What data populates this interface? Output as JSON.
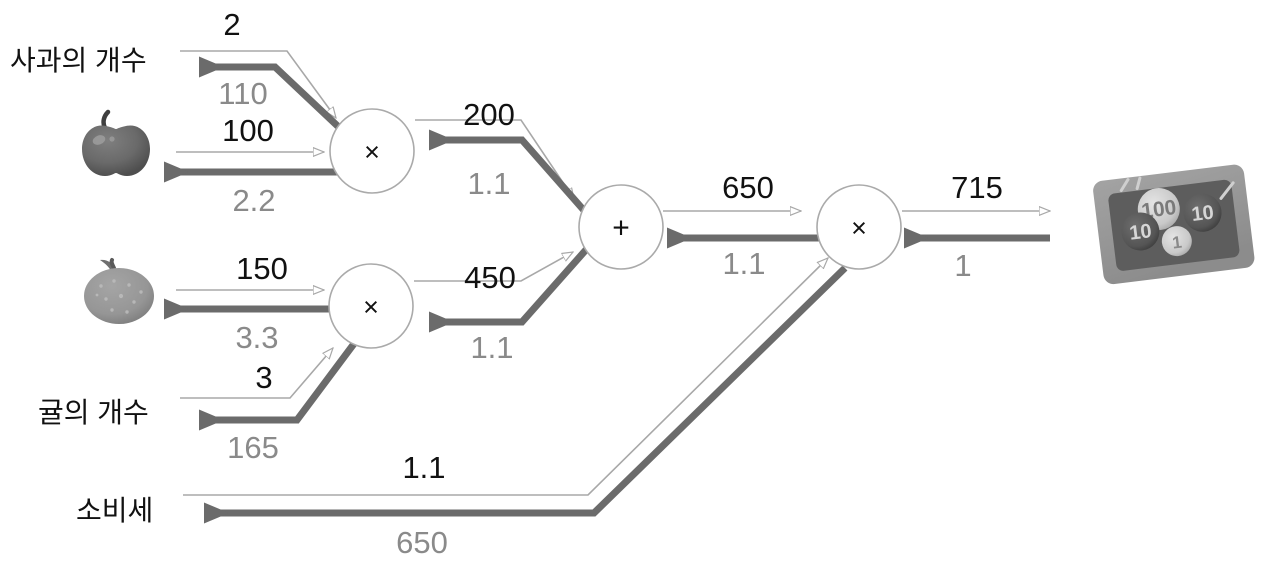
{
  "diagram": {
    "title": "computational-graph-backpropagation",
    "colors": {
      "forward": "#111111",
      "backward": "#8a8a8a",
      "forward_line": "#a8a8a8",
      "backward_line": "#6b6b6b",
      "node_stroke": "#aaaaaa"
    },
    "variables": [
      {
        "id": "apple-count",
        "label": "사과의 개수"
      },
      {
        "id": "apple-price",
        "label": ""
      },
      {
        "id": "tangerine-price",
        "label": ""
      },
      {
        "id": "tangerine-count",
        "label": "귤의 개수"
      },
      {
        "id": "consumption-tax",
        "label": "소비세"
      }
    ],
    "nodes": [
      {
        "id": "mul-apple",
        "op": "×"
      },
      {
        "id": "mul-tangerine",
        "op": "×"
      },
      {
        "id": "add-total",
        "op": "+"
      },
      {
        "id": "mul-tax",
        "op": "×"
      }
    ],
    "images": [
      {
        "id": "apple-image",
        "name": "apple-icon"
      },
      {
        "id": "tangerine-image",
        "name": "tangerine-icon"
      },
      {
        "id": "coin-tray-image",
        "name": "coin-tray-icon",
        "coins": [
          "100",
          "10",
          "10",
          "1"
        ]
      }
    ],
    "forward_values": {
      "apple_count": "2",
      "apple_price": "100",
      "apple_subtotal": "200",
      "tangerine_price": "150",
      "tangerine_count": "3",
      "tangerine_subtotal": "450",
      "sum_total": "650",
      "tax_rate": "1.1",
      "final_total": "715"
    },
    "backward_values": {
      "apple_count_grad": "110",
      "apple_price_grad": "2.2",
      "apple_subtotal_grad": "1.1",
      "tangerine_price_grad": "3.3",
      "tangerine_count_grad": "165",
      "tangerine_subtotal_grad": "1.1",
      "sum_total_grad": "1.1",
      "tax_grad": "650",
      "output_grad": "1"
    }
  }
}
